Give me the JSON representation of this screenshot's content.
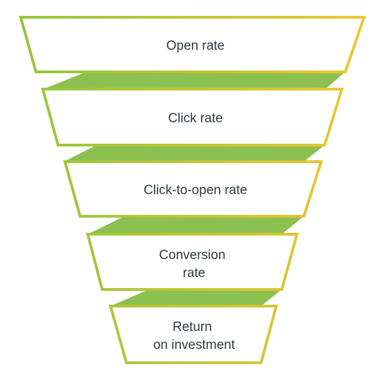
{
  "colors": {
    "gradient_left": "#8cc63f",
    "gradient_right": "#f6c630",
    "connector": "#8cc152",
    "text": "#2e3a40"
  },
  "stages": [
    {
      "lines": [
        "Open rate"
      ]
    },
    {
      "lines": [
        "Click rate"
      ]
    },
    {
      "lines": [
        "Click-to-open rate"
      ]
    },
    {
      "lines": [
        "Conversion",
        "rate"
      ]
    },
    {
      "lines": [
        "Return",
        "on investment"
      ]
    }
  ]
}
